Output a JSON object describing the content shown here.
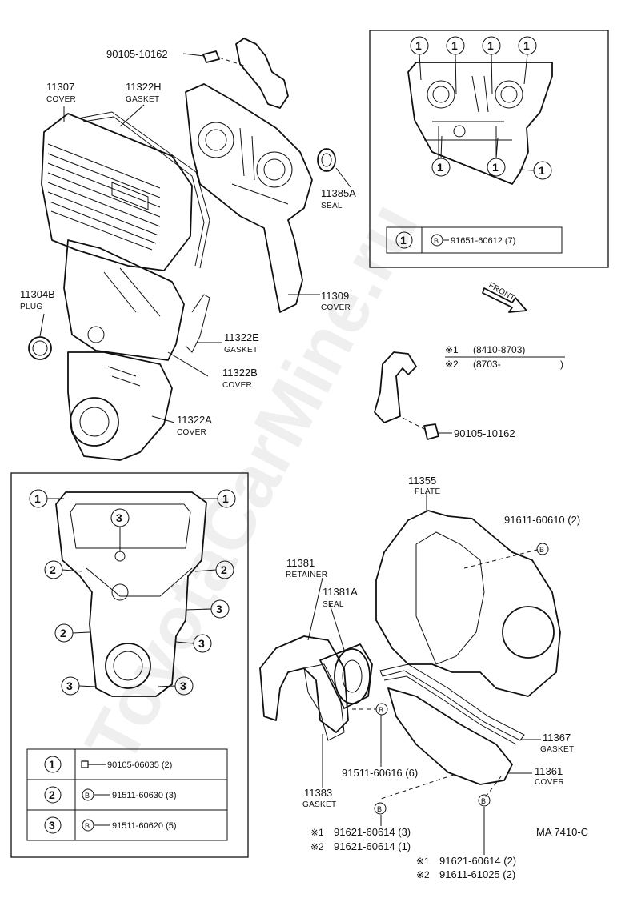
{
  "upper": {
    "bolt_top": "90105-10162",
    "cover_11307": {
      "pn": "11307",
      "name": "COVER"
    },
    "gasket_11322H": {
      "pn": "11322H",
      "name": "GASKET"
    },
    "seal_11385A": {
      "pn": "11385A",
      "name": "SEAL"
    },
    "plug_11304B": {
      "pn": "11304B",
      "name": "PLUG"
    },
    "cover_11309": {
      "pn": "11309",
      "name": "COVER"
    },
    "gasket_11322E": {
      "pn": "11322E",
      "name": "GASKET"
    },
    "cover_11322B": {
      "pn": "11322B",
      "name": "COVER"
    },
    "cover_11322A": {
      "pn": "11322A",
      "name": "COVER"
    },
    "front_label": "FRONT",
    "bolt_bracket": "90105-10162"
  },
  "serial_notes": {
    "mark1": "※1",
    "range1": "(8410-8703)",
    "mark2": "※2",
    "range2": "(8703-",
    "range2_close": ")"
  },
  "inset_upper": {
    "callout": "1",
    "table": {
      "num": "1",
      "badge": "B",
      "part": "91651-60612 (7)"
    }
  },
  "inset_lower": {
    "callouts": [
      "1",
      "2",
      "3"
    ],
    "table": [
      {
        "num": "1",
        "part": "90105-06035 (2)"
      },
      {
        "num": "2",
        "badge": "B",
        "part": "91511-60630 (3)"
      },
      {
        "num": "3",
        "badge": "B",
        "part": "91511-60620 (5)"
      }
    ]
  },
  "lower": {
    "plate_11355": {
      "pn": "11355",
      "name": "PLATE"
    },
    "bolt_plate": "91611-60610 (2)",
    "retainer_11381": {
      "pn": "11381",
      "name": "RETAINER"
    },
    "seal_11381A": {
      "pn": "11381A",
      "name": "SEAL"
    },
    "gasket_11367": {
      "pn": "11367",
      "name": "GASKET"
    },
    "bolt_retainer": "91511-60616 (6)",
    "cover_11361": {
      "pn": "11361",
      "name": "COVER"
    },
    "gasket_11383": {
      "pn": "11383",
      "name": "GASKET"
    },
    "badge": "B",
    "bolts_left": [
      {
        "mark": "※1",
        "part": "91621-60614 (3)"
      },
      {
        "mark": "※2",
        "part": "91621-60614 (1)"
      }
    ],
    "bolts_right": [
      {
        "mark": "※1",
        "part": "91621-60614 (2)"
      },
      {
        "mark": "※2",
        "part": "91611-61025 (2)"
      }
    ],
    "diagram_code": "MA 7410-C"
  },
  "watermark": "ToyotaCarMine.ru"
}
